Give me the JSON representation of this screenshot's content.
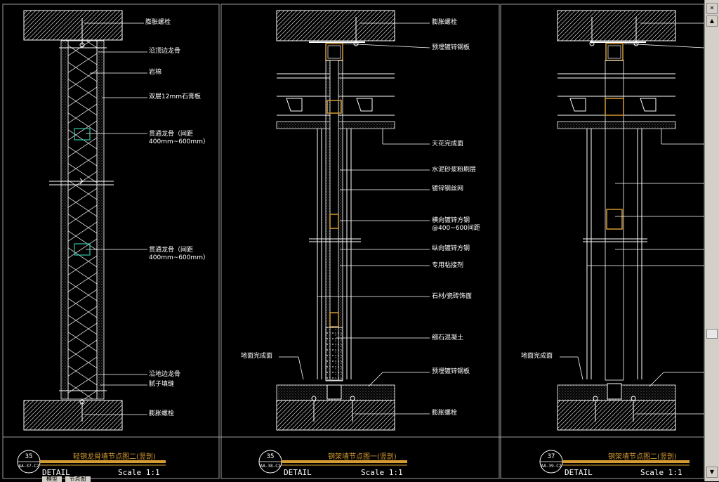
{
  "panel1": {
    "labels": [
      "膨胀螺栓",
      "沿顶边龙骨",
      "岩棉",
      "双层12mm石膏板",
      "贯通龙骨（间距\n400mm~600mm）",
      "贯通龙骨（间距\n400mm~600mm）",
      "沿地边龙骨",
      "腻子填缝",
      "膨胀螺栓"
    ],
    "title": "轻钢龙骨墙节点图二(竖剖)",
    "badge_num": "35",
    "badge_ref": "AA-37-C2",
    "detail": "DETAIL",
    "scale": "Scale 1:1"
  },
  "panel2": {
    "labels": [
      "膨胀螺栓",
      "预埋镀锌钢板",
      "天花完成面",
      "水泥砂浆粉刷层",
      "镀锌钢丝网",
      "横向镀锌方钢\n@400~600间距",
      "纵向镀锌方钢",
      "专用粘接剂",
      "石材/瓷砖饰面",
      "细石混凝土",
      "地面完成面",
      "预埋镀锌钢板",
      "膨胀螺栓"
    ],
    "title": "钢架墙节点图一(竖剖)",
    "badge_num": "35",
    "badge_ref": "AA-38-C2",
    "detail": "DETAIL",
    "scale": "Scale 1:1"
  },
  "panel3": {
    "labels": [
      "地面完成面"
    ],
    "title": "钢架墙节点图二(竖剖)",
    "badge_num": "37",
    "badge_ref": "AA-39-C2",
    "detail": "DETAIL",
    "scale": "Scale 1:1"
  },
  "tabs": [
    "模型",
    "节点图"
  ],
  "colors": {
    "background": "#000000",
    "line": "#ffffff",
    "accent": "#d49a33",
    "hatch": "#cfcfcf",
    "panel_border": "#9a9a9a"
  }
}
